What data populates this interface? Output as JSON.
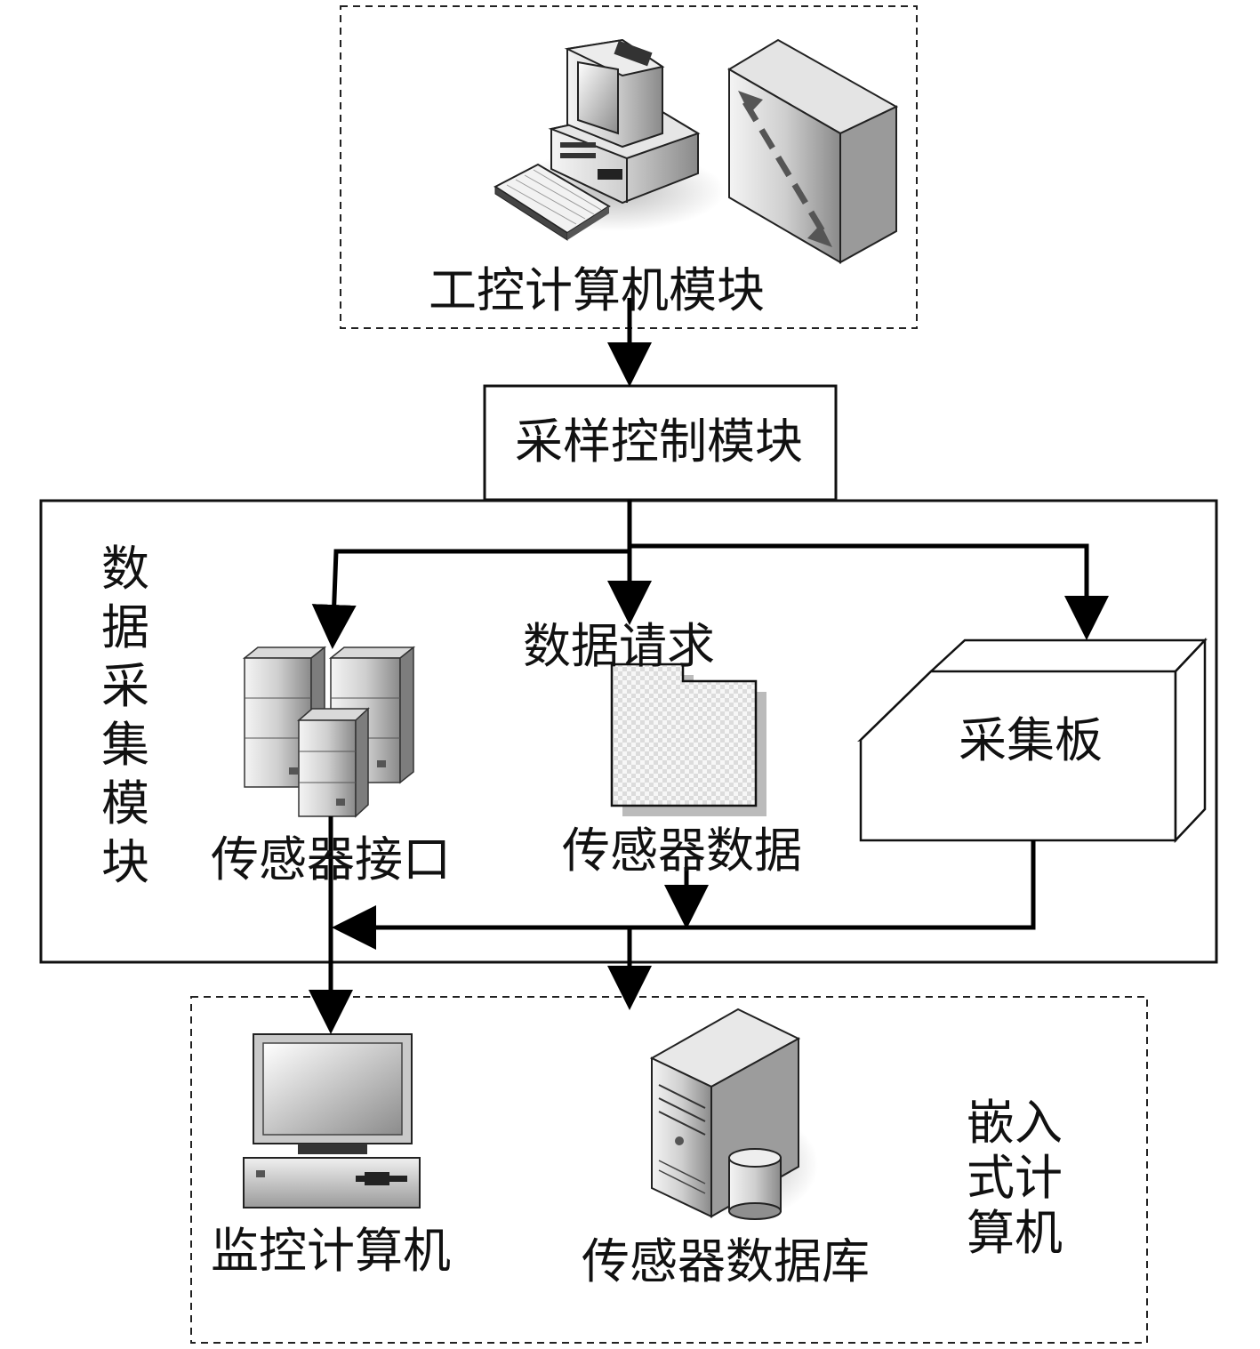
{
  "modules": {
    "ipc": {
      "label": "工控计算机模块"
    },
    "sampling": {
      "label": "采样控制模块"
    },
    "acquisition": {
      "label": "数据\n采集\n模块"
    },
    "embedded": {
      "label": "嵌入\n式计\n算机"
    }
  },
  "nodes": {
    "sensor_interface": {
      "label": "传感器接口"
    },
    "data_request": {
      "label": "数据请求"
    },
    "sensor_data": {
      "label": "传感器数据"
    },
    "acq_board": {
      "label": "采集板"
    },
    "monitor_pc": {
      "label": "监控计算机"
    },
    "sensor_db": {
      "label": "传感器数据库"
    }
  }
}
